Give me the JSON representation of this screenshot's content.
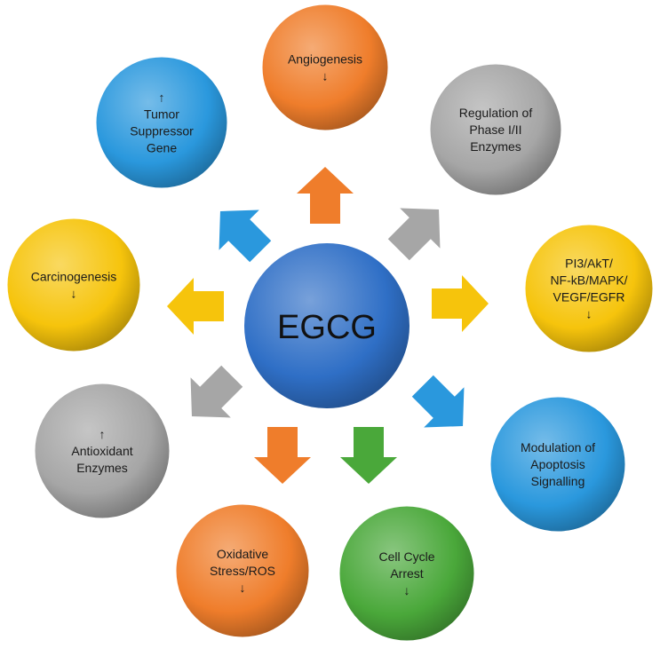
{
  "center": {
    "label": "EGCG",
    "color": "#2f6fc6"
  },
  "nodes": [
    {
      "id": "angiogenesis",
      "lines": [
        "Angiogenesis",
        "↓"
      ],
      "color": "#ef7d2b",
      "direction": "up"
    },
    {
      "id": "regulation-phase",
      "lines": [
        "Regulation of",
        "Phase I/II",
        "Enzymes"
      ],
      "color": "#a6a6a6",
      "direction": "up-right"
    },
    {
      "id": "pi3-akt",
      "lines": [
        "PI3/AkT/",
        "NF-kB/MAPK/",
        "VEGF/EGFR",
        "↓"
      ],
      "color": "#f6c40c",
      "direction": "right"
    },
    {
      "id": "apoptosis",
      "lines": [
        "Modulation of",
        "Apoptosis",
        "Signalling"
      ],
      "color": "#2a98dd",
      "direction": "down-right"
    },
    {
      "id": "cell-cycle",
      "lines": [
        "Cell Cycle",
        "Arrest",
        "↓"
      ],
      "color": "#4aa83a",
      "direction": "down"
    },
    {
      "id": "oxidative-stress",
      "lines": [
        "Oxidative",
        "Stress/ROS",
        "↓"
      ],
      "color": "#ef7d2b",
      "direction": "down"
    },
    {
      "id": "antioxidant",
      "lines": [
        "↑",
        "Antioxidant",
        "Enzymes"
      ],
      "color": "#a6a6a6",
      "direction": "down-left"
    },
    {
      "id": "carcinogenesis",
      "lines": [
        "Carcinogenesis",
        "↓"
      ],
      "color": "#f6c40c",
      "direction": "left"
    },
    {
      "id": "tumor-suppressor",
      "lines": [
        "↑",
        "Tumor",
        "Suppressor",
        "Gene"
      ],
      "color": "#2a98dd",
      "direction": "up-left"
    }
  ]
}
